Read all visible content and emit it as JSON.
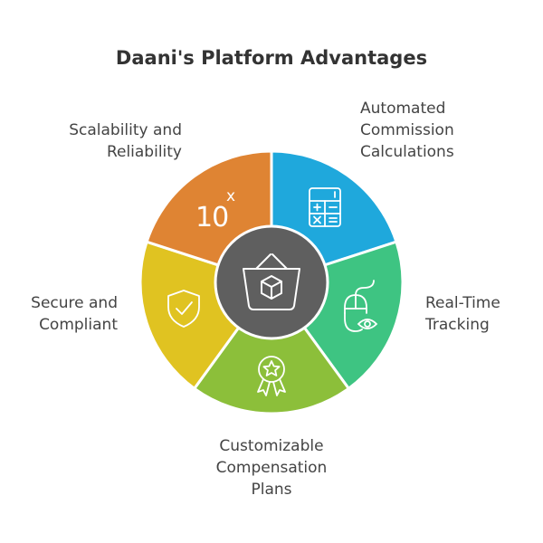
{
  "title": "Daani's Platform Advantages",
  "segments": [
    {
      "name": "automated-commission",
      "label_lines": [
        "Automated",
        "Commission",
        "Calculations"
      ],
      "color": "#1fa8dc",
      "icon": "calculator-icon"
    },
    {
      "name": "real-time-tracking",
      "label_lines": [
        "Real-Time",
        "Tracking"
      ],
      "color": "#3ec482",
      "icon": "mouse-eye-icon"
    },
    {
      "name": "customizable-compensation",
      "label_lines": [
        "Customizable",
        "Compensation",
        "Plans"
      ],
      "color": "#8cbf3a",
      "icon": "award-ribbon-icon"
    },
    {
      "name": "secure-compliant",
      "label_lines": [
        "Secure and",
        "Compliant"
      ],
      "color": "#e0c321",
      "icon": "shield-check-icon"
    },
    {
      "name": "scalability-reliability",
      "label_lines": [
        "Scalability and",
        "Reliability"
      ],
      "color": "#df8433",
      "icon": "ten-power-icon"
    }
  ],
  "icon_text": {
    "ten": "10",
    "exponent": "x"
  },
  "center": {
    "color": "#5f5f5f",
    "icon": "basket-box-icon"
  }
}
